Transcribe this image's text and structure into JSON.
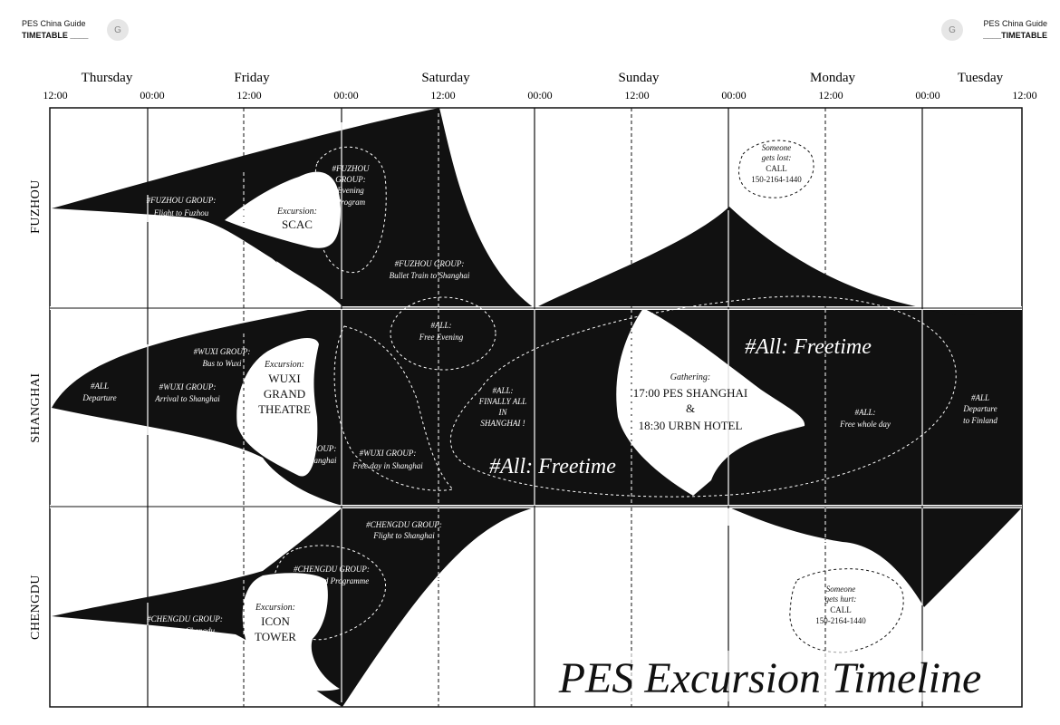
{
  "header": {
    "left_line1": "PES China Guide",
    "left_line2": "TIMETABLE ____",
    "right_line1": "PES China Guide",
    "right_line2": "____TIMETABLE",
    "logo_letter": "G"
  },
  "days": [
    "Thursday",
    "Friday",
    "Saturday",
    "Sunday",
    "Monday",
    "Tuesday"
  ],
  "times": [
    "12:00",
    "00:00",
    "12:00",
    "00:00",
    "12:00",
    "00:00",
    "12:00",
    "00:00",
    "12:00",
    "00:00",
    "12:00"
  ],
  "rows": [
    "FUZHOU",
    "SHANGHAI",
    "CHENGDU"
  ],
  "fuzhou": {
    "flight_1": "#FUZHOU GROUP:",
    "flight_2": "Flight to Fuzhou",
    "exc_1": "Excursion:",
    "exc_2": "SCAC",
    "eve_1": "#FUZHOU",
    "eve_2": "GROUP:",
    "eve_3": "Evening",
    "eve_4": "Program",
    "train_1": "#FUZHOU GROUP:",
    "train_2": "Bullet Train to Shanghai",
    "lost_1": "Someone",
    "lost_2": "gets lost:",
    "lost_3": "CALL",
    "lost_4": "150-2164-1440"
  },
  "shanghai": {
    "dep_1": "#ALL",
    "dep_2": "Departure",
    "bus_1": "#WUXI GROUP:",
    "bus_2": "Bus to Wuxi",
    "arr_1": "#WUXI GROUP:",
    "arr_2": "Arrival to Shanghai",
    "exc_1": "Excursion:",
    "exc_2": "WUXI",
    "exc_3": "GRAND",
    "exc_4": "THEATRE",
    "wtrain_1": "#WUXI GROUP:",
    "wtrain_2": "train to Shanghai",
    "fday_1": "#WUXI GROUP:",
    "fday_2": "Free day in Shanghai",
    "eve_1": "#ALL:",
    "eve_2": "Free Evening",
    "fin_1": "#ALL:",
    "fin_2": "FINALLY ALL",
    "fin_3": "IN",
    "fin_4": "SHANGHAI !",
    "gath_1": "Gathering:",
    "gath_2": "17:00 PES SHANGHAI",
    "gath_3": "&",
    "gath_4": "18:30 URBN HOTEL",
    "free_big_1": "#All: Freetime",
    "free_big_2": "#All: Freetime",
    "whole_1": "#ALL:",
    "whole_2": "Free whole day",
    "finland_1": "#ALL",
    "finland_2": "Departure",
    "finland_3": "to Finland"
  },
  "chengdu": {
    "fs_1": "#CHENGDU GROUP:",
    "fs_2": "Flight to Shanghai",
    "org_1": "#CHENGDU GROUP:",
    "org_2": "Organized Programme",
    "fc_1": "#CHENGDU GROUP:",
    "fc_2": "Flight to Chengdu",
    "exc_1": "Excursion:",
    "exc_2": "ICON",
    "exc_3": "TOWER",
    "hurt_1": "Someone",
    "hurt_2": "gets hurt:",
    "hurt_3": "CALL",
    "hurt_4": "150-2164-1440"
  },
  "title": "PES Excursion Timeline",
  "colors": {
    "ink": "#111111",
    "paper": "#ffffff"
  }
}
